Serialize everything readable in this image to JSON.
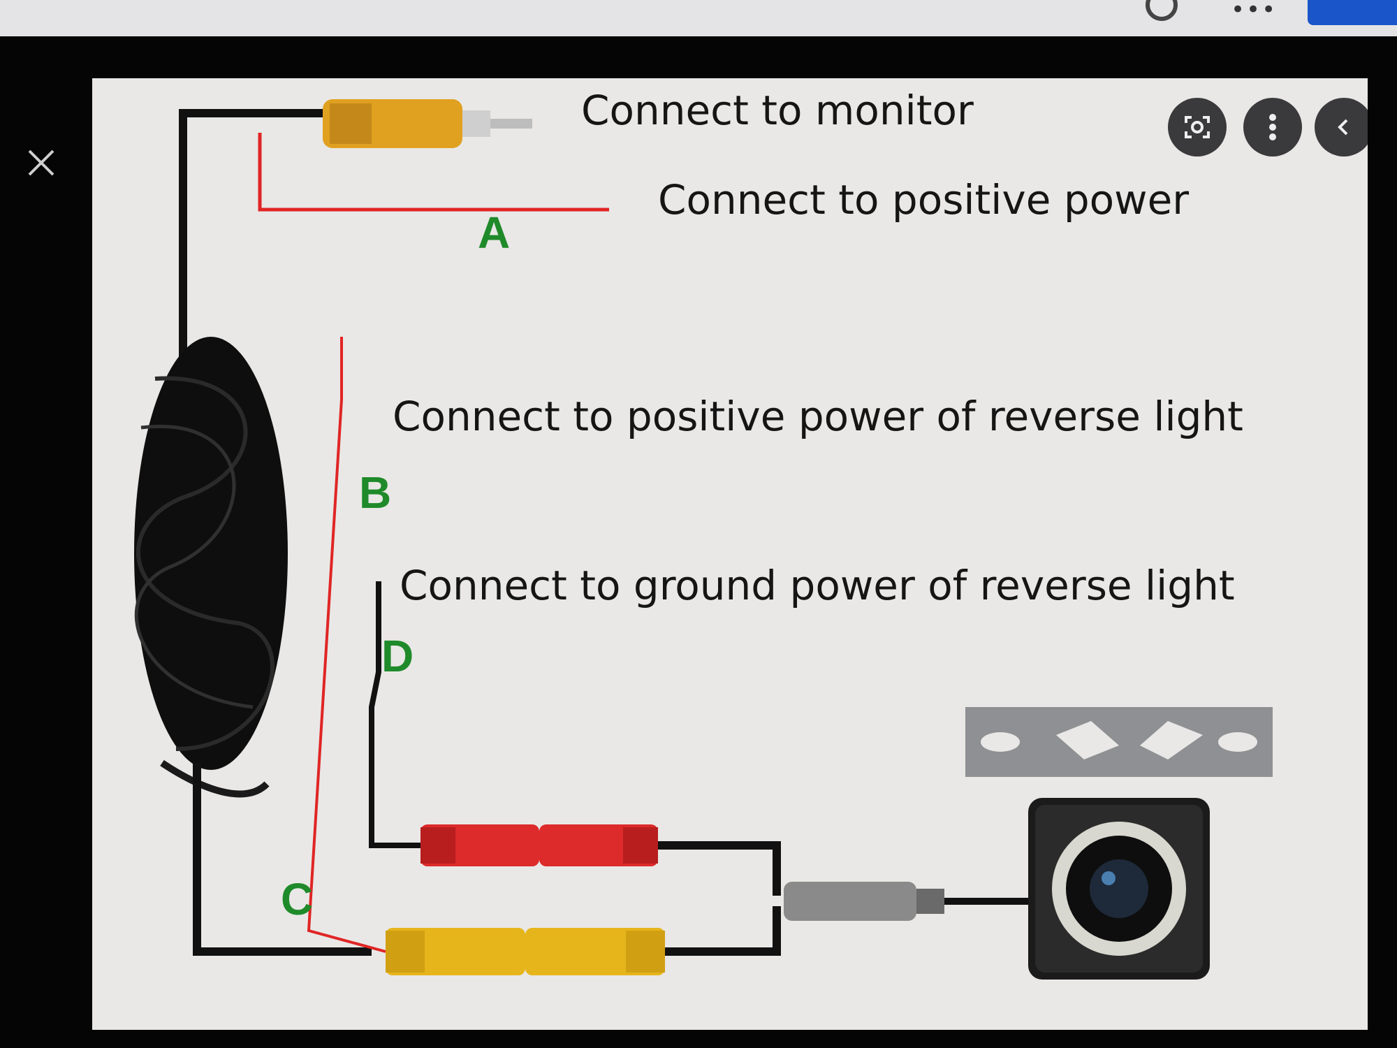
{
  "viewer": {
    "close_icon": "close-icon",
    "buttons": [
      {
        "name": "lens-search-button",
        "icon": "lens-icon"
      },
      {
        "name": "more-options-button",
        "icon": "vertical-dots-icon"
      },
      {
        "name": "collapse-panel-button",
        "icon": "chevron-left-icon"
      }
    ]
  },
  "diagram": {
    "labels": {
      "monitor": "Connect to monitor",
      "positive_power": "Connect to  positive power",
      "reverse_positive": "Connect to positive power of reverse light",
      "reverse_ground": "Connect to ground power of reverse light"
    },
    "letters": {
      "a": "A",
      "b": "B",
      "c": "C",
      "d": "D"
    },
    "colors": {
      "wire_black": "#111111",
      "wire_red": "#e02525",
      "connector_yellow": "#e6b51c",
      "connector_red": "#dd2a2a",
      "letter_green": "#1f8a2a"
    }
  }
}
